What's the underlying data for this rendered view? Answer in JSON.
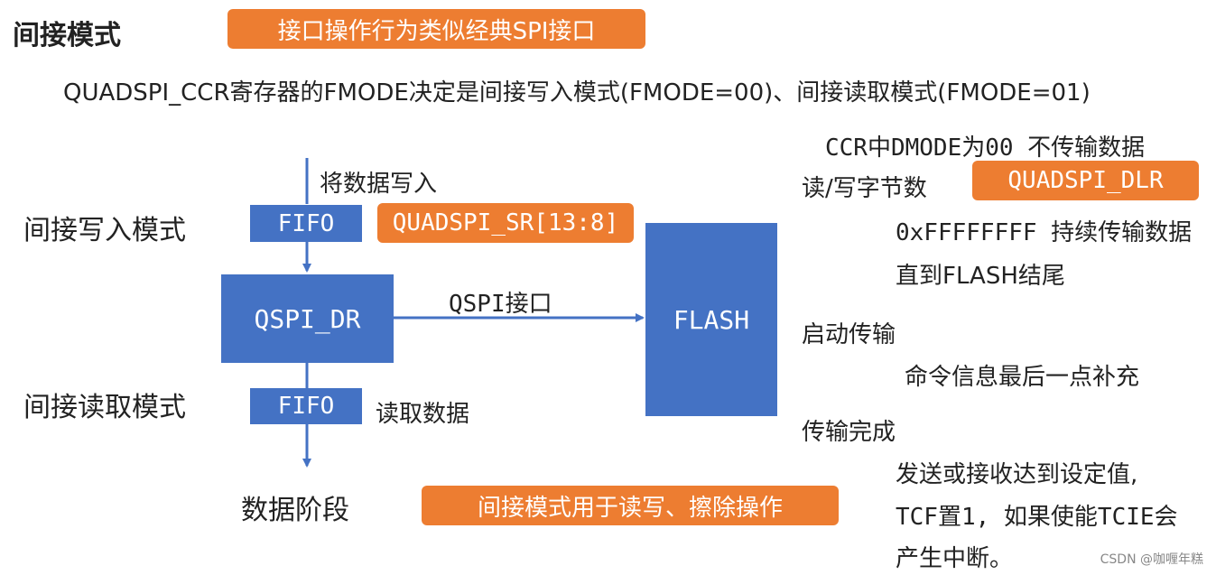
{
  "header": {
    "title": "间接模式",
    "badge": "接口操作行为类似经典SPI接口"
  },
  "intro": "QUADSPI_CCR寄存器的FMODE决定是间接写入模式(FMODE=00)、间接读取模式(FMODE=01)",
  "diagram": {
    "write_mode_label": "间接写入模式",
    "read_mode_label": "间接读取模式",
    "write_data_label": "将数据写入",
    "fifo_top": "FIFO",
    "fifo_bottom": "FIFO",
    "sr_badge": "QUADSPI_SR[13:8]",
    "qspi_dr": "QSPI_DR",
    "interface_label": "QSPI接口",
    "flash": "FLASH",
    "read_data_label": "读取数据",
    "data_phase_label": "数据阶段",
    "usage_badge": "间接模式用于读写、擦除操作"
  },
  "notes": {
    "dmode_note": "CCR中DMODE为00 不传输数据",
    "rw_count_label": "读/写字节数",
    "dlr_badge": "QUADSPI_DLR",
    "continuous_line1": "0xFFFFFFFF 持续传输数据",
    "continuous_line2": "直到FLASH结尾",
    "start_label": "启动传输",
    "start_desc": "命令信息最后一点补充",
    "complete_label": "传输完成",
    "complete_line1": "发送或接收达到设定值,",
    "complete_line2": "TCF置1, 如果使能TCIE会",
    "complete_line3": "产生中断。"
  },
  "footer": "CSDN @咖喱年糕",
  "colors": {
    "orange": "#ED7D31",
    "blue": "#4472C4"
  }
}
